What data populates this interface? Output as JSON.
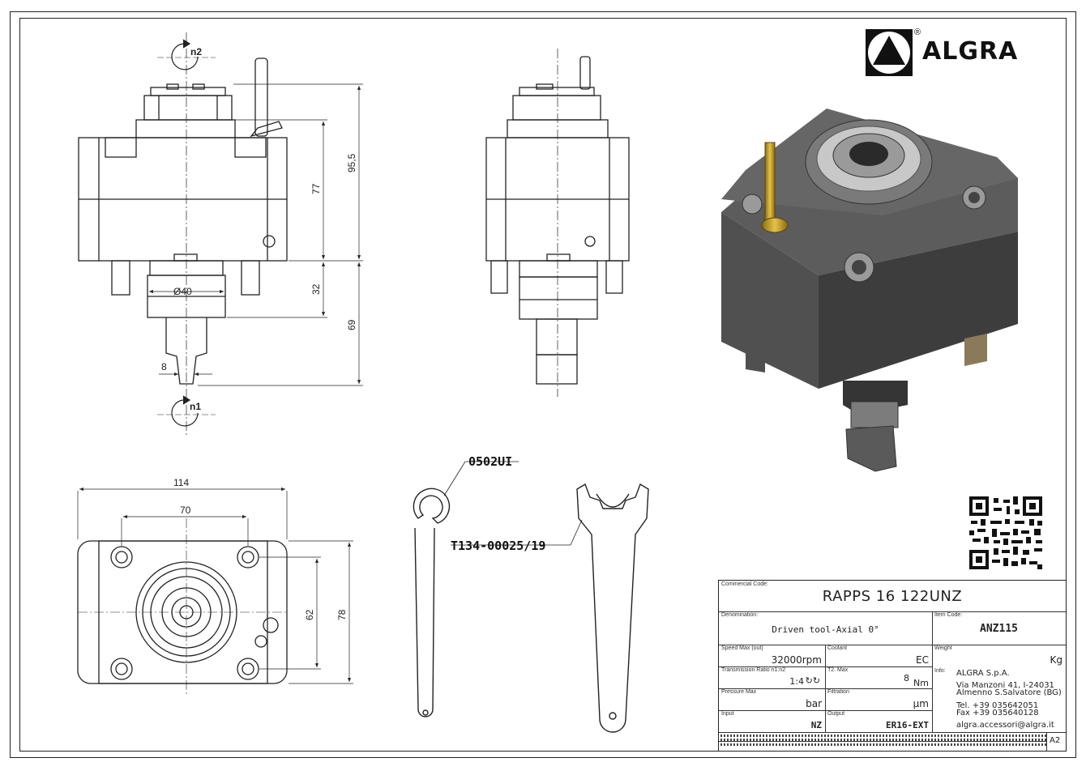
{
  "brand": {
    "name": "ALGRA",
    "registered": "®"
  },
  "dimensions": {
    "height_total": "95,5",
    "height_body": "77",
    "height_lower": "32",
    "height_shank": "69",
    "diameter": "Ø40",
    "shank_width": "8",
    "width_total": "114",
    "bolt_spacing_x": "70",
    "bolt_spacing_y": "62",
    "height_plate": "78"
  },
  "rotation_labels": {
    "top": "n2",
    "bottom": "n1"
  },
  "callouts": {
    "wrench_small": "0502UI",
    "wrench_large": "T134-00025/19"
  },
  "title_block": {
    "commercial_code_label": "Commercial Code:",
    "commercial_code": "RAPPS 16 122UNZ",
    "denomination_label": "Denomination:",
    "denomination": "Driven tool-Axial 0°",
    "item_code_label": "Item Code:",
    "item_code": "ANZ115",
    "speed_max_label": "Speed Max (out)",
    "speed_max": "32000rpm",
    "coolant_label": "Coolant",
    "coolant": "EC",
    "weight_label": "Weight",
    "weight_unit": "Kg",
    "ratio_label": "Transmission Ratio n1:n2",
    "ratio": "1:4",
    "ratio_icon": "↻↻",
    "torque_label": "T2. Max",
    "torque_value": "8",
    "torque_unit": "Nm",
    "pressure_label": "Pressure Max",
    "pressure_unit": "bar",
    "filtration_label": "Filtration",
    "filtration_unit": "µm",
    "input_label": "Input",
    "input": "NZ",
    "output_label": "Output",
    "output": "ER16-EXT",
    "info_label": "Info:",
    "info_company": "ALGRA S.p.A.",
    "info_address1": "Via Manzoni 41, I-24031",
    "info_address2": "Almenno S.Salvatore (BG)",
    "info_tel": "Tel. +39 035642051",
    "info_fax": "Fax +39 035640128",
    "info_email": "algra.accessori@algra.it",
    "sheet_size": "A2"
  },
  "colors": {
    "line": "#222222",
    "body_dark": "#4a4a4a",
    "brass": "#c9a227"
  }
}
